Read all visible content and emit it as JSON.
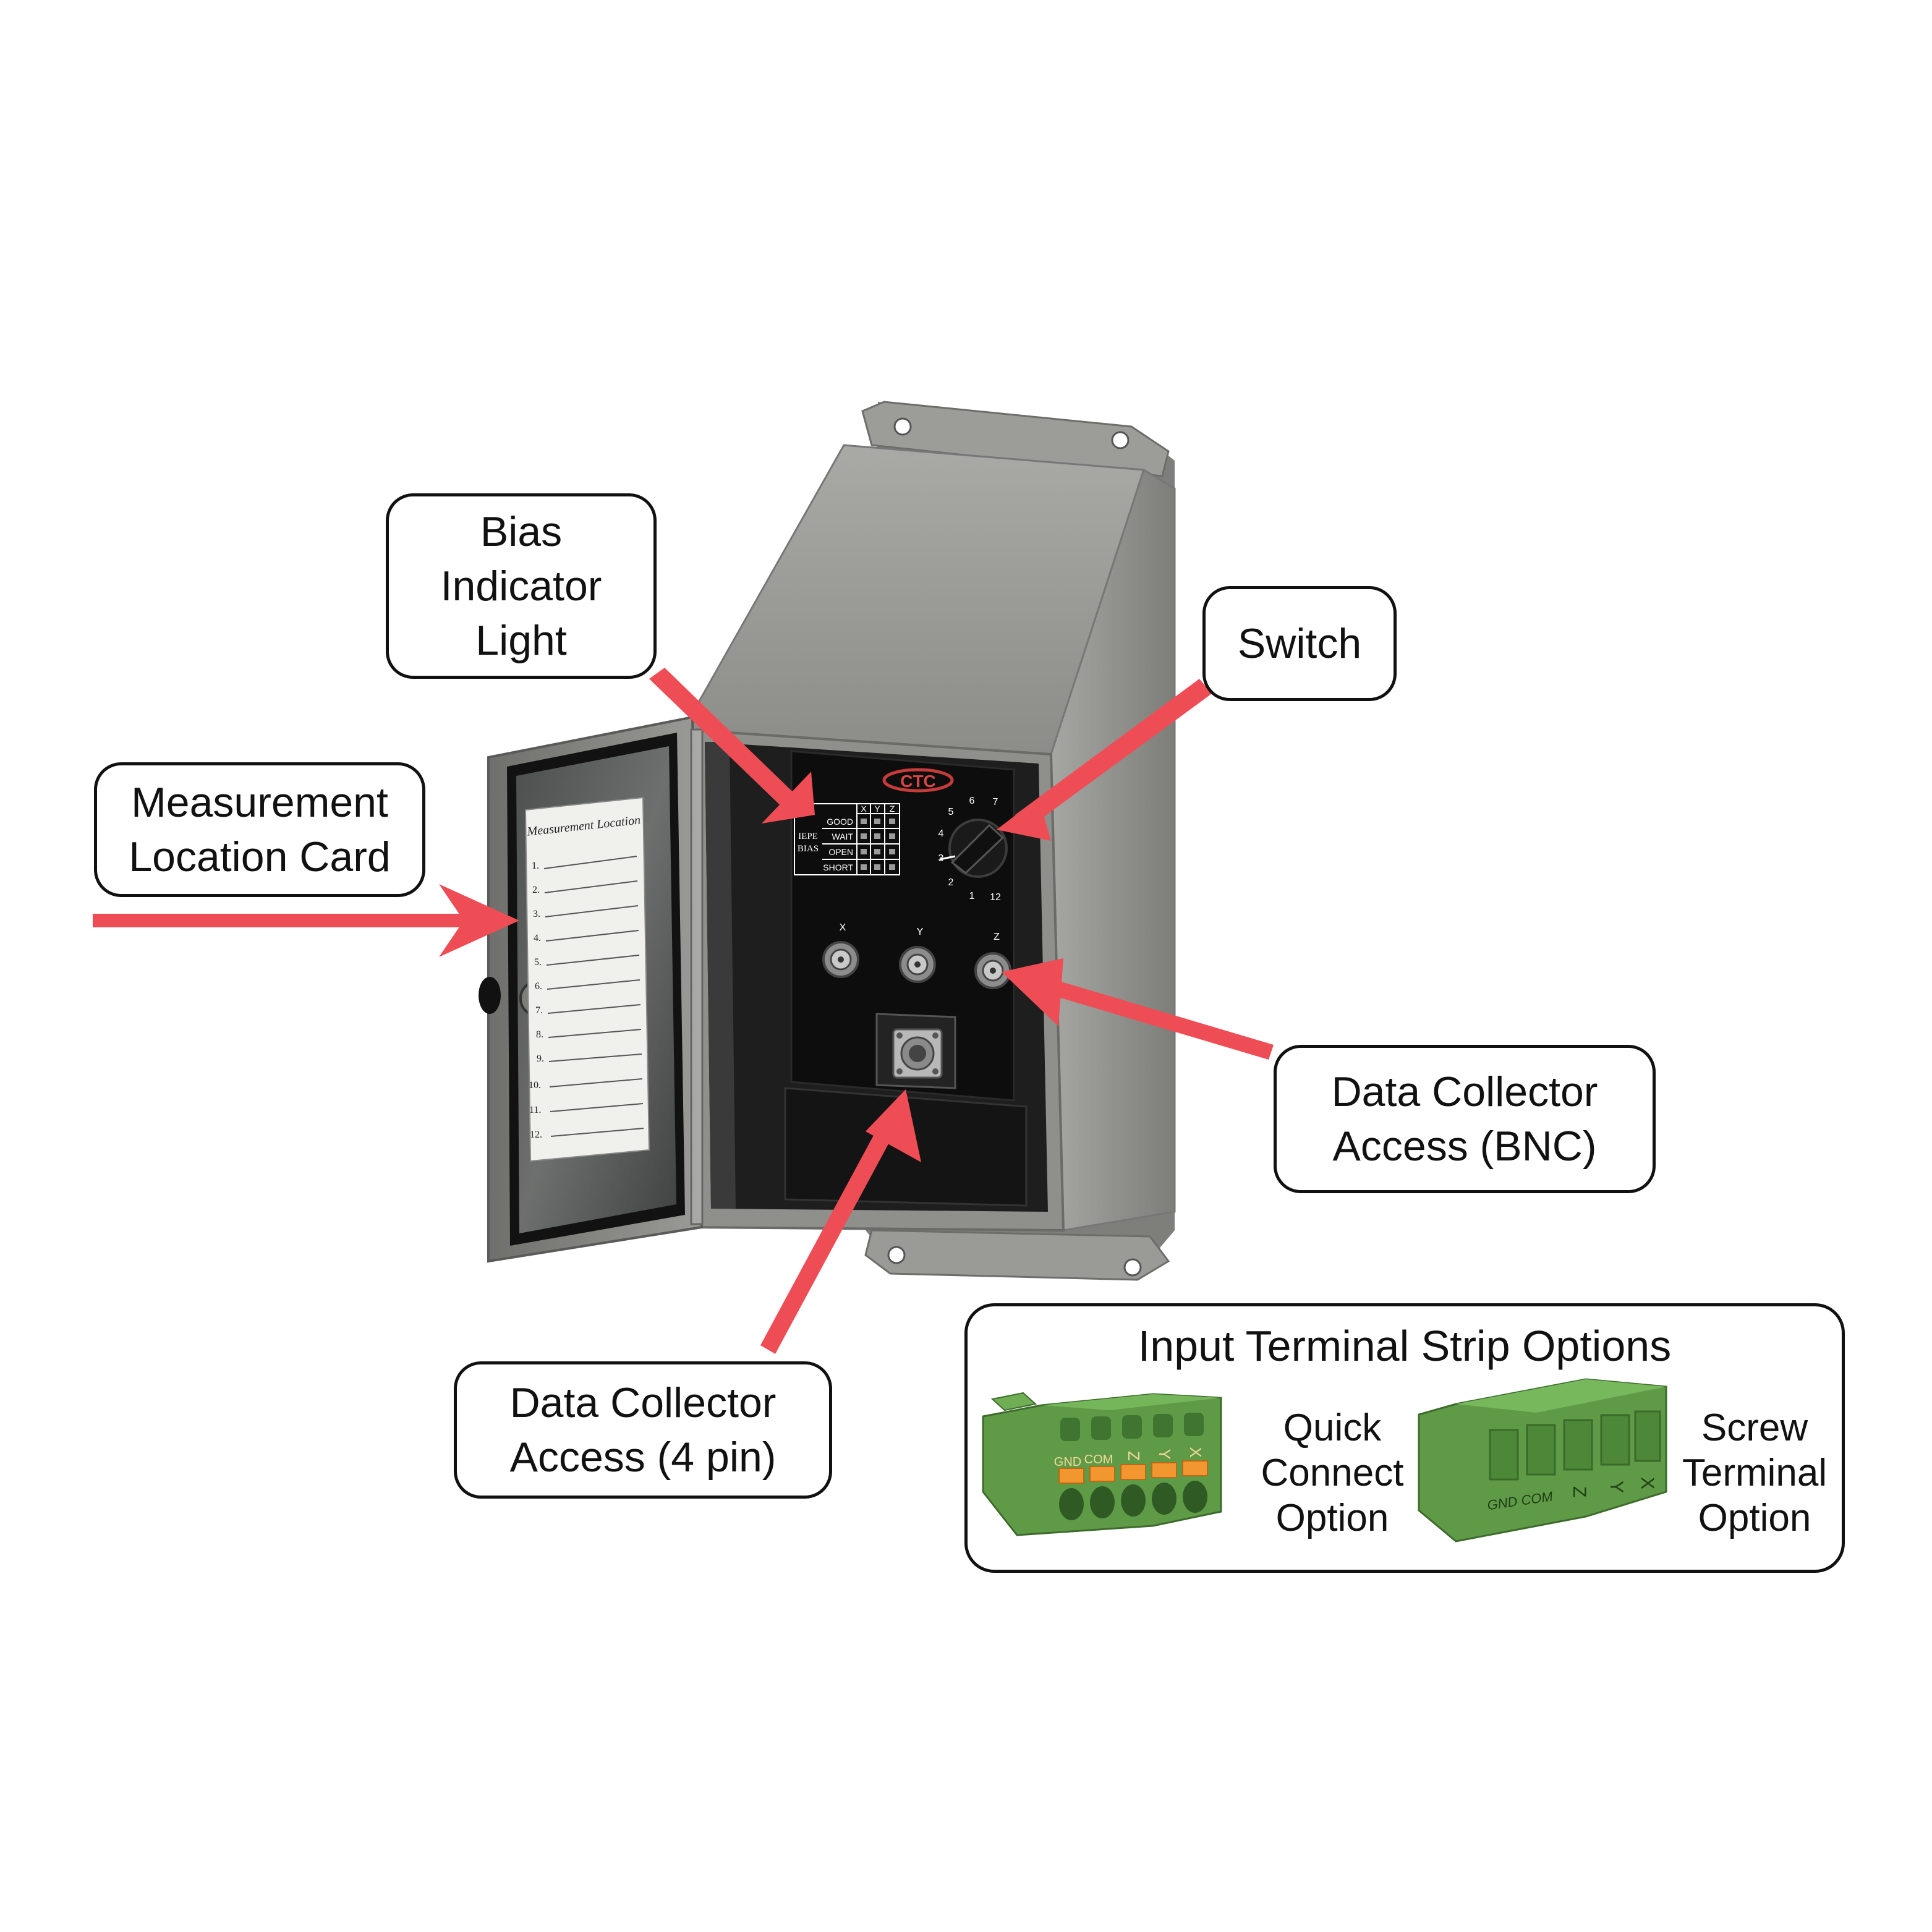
{
  "callouts": {
    "bias_indicator": "Bias\nIndicator\nLight",
    "switch": "Switch",
    "measurement_card": "Measurement\nLocation Card",
    "bnc_access": "Data Collector\nAccess (BNC)",
    "pin_access": "Data Collector\nAccess (4 pin)"
  },
  "options": {
    "title": "Input Terminal Strip Options",
    "quick_connect": "Quick\nConnect\nOption",
    "screw_terminal": "Screw\nTerminal\nOption",
    "terminal_labels": [
      "GND",
      "COM",
      "Z",
      "Y",
      "X"
    ]
  },
  "card": {
    "title": "Measurement Location",
    "lines": [
      "1.",
      "2.",
      "3.",
      "4.",
      "5.",
      "6.",
      "7.",
      "8.",
      "9.",
      "10.",
      "11.",
      "12."
    ]
  },
  "panel": {
    "logo": "CTC",
    "iepe_bias": [
      "IEPE",
      "BIAS"
    ],
    "axis_headers": [
      "X",
      "Y",
      "Z"
    ],
    "status_rows": [
      "GOOD",
      "WAIT",
      "OPEN",
      "SHORT"
    ],
    "switch_positions": [
      "1",
      "2",
      "3",
      "4",
      "5",
      "6",
      "7",
      "12"
    ],
    "bnc_labels": [
      "X",
      "Y",
      "Z"
    ]
  },
  "colors": {
    "arrow": "#ef4d55",
    "enclosure": "#8a8a86",
    "terminal_green": "#5f9a47",
    "terminal_orange": "#f2962f",
    "panel_black": "#0d0d0d"
  }
}
